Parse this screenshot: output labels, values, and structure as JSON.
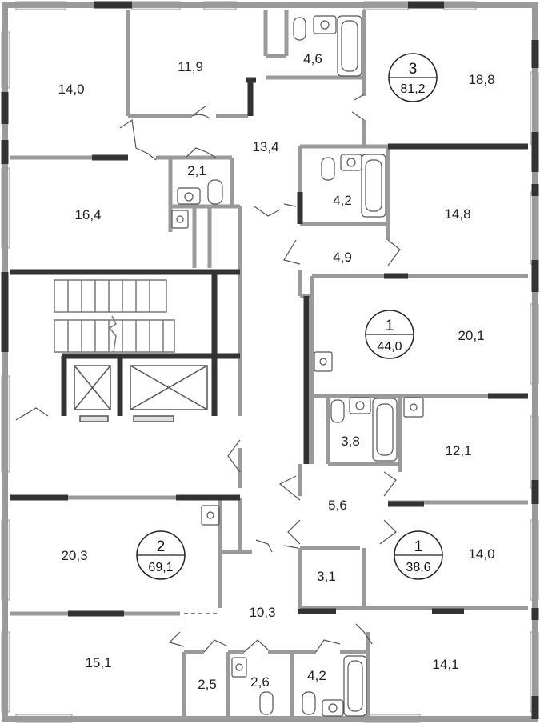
{
  "colors": {
    "wall": "#9a9a9a",
    "wall_dark": "#333333",
    "window": "#e8e8e8",
    "line": "#666666",
    "background": "#ffffff"
  },
  "apartments": [
    {
      "id": "apt-3",
      "number": "3",
      "total_area": "81,2"
    },
    {
      "id": "apt-1-upper",
      "number": "1",
      "total_area": "44,0"
    },
    {
      "id": "apt-2",
      "number": "2",
      "total_area": "69,1"
    },
    {
      "id": "apt-1-lower",
      "number": "1",
      "total_area": "38,6"
    }
  ],
  "rooms": [
    {
      "id": "room-14-0-top-left",
      "area": "14,0"
    },
    {
      "id": "room-11-9",
      "area": "11,9"
    },
    {
      "id": "room-4-6",
      "area": "4,6"
    },
    {
      "id": "room-18-8",
      "area": "18,8"
    },
    {
      "id": "room-13-4",
      "area": "13,4"
    },
    {
      "id": "room-2-1",
      "area": "2,1"
    },
    {
      "id": "room-16-4",
      "area": "16,4"
    },
    {
      "id": "room-4-2-upper",
      "area": "4,2"
    },
    {
      "id": "room-14-8",
      "area": "14,8"
    },
    {
      "id": "room-4-9",
      "area": "4,9"
    },
    {
      "id": "room-20-1",
      "area": "20,1"
    },
    {
      "id": "room-3-8",
      "area": "3,8"
    },
    {
      "id": "room-12-1",
      "area": "12,1"
    },
    {
      "id": "room-5-6",
      "area": "5,6"
    },
    {
      "id": "room-20-3",
      "area": "20,3"
    },
    {
      "id": "room-14-0-right",
      "area": "14,0"
    },
    {
      "id": "room-3-1",
      "area": "3,1"
    },
    {
      "id": "room-10-3",
      "area": "10,3"
    },
    {
      "id": "room-15-1",
      "area": "15,1"
    },
    {
      "id": "room-2-5",
      "area": "2,5"
    },
    {
      "id": "room-2-6",
      "area": "2,6"
    },
    {
      "id": "room-4-2-lower",
      "area": "4,2"
    },
    {
      "id": "room-14-1",
      "area": "14,1"
    }
  ]
}
